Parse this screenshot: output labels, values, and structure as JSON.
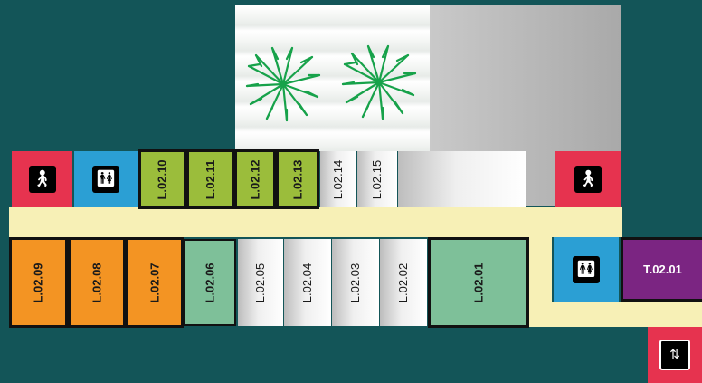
{
  "colors": {
    "background": "#135558",
    "corridor": "#f7f0b6",
    "stairs": "#e6334f",
    "toilet": "#2b9fd4",
    "orange_room": "#f39423",
    "green_room": "#9bbd3b",
    "teal_room": "#7ec099",
    "purple_room": "#7b2582"
  },
  "rooms": {
    "L0201": "L.02.01",
    "L0202": "L.02.02",
    "L0203": "L.02.03",
    "L0204": "L.02.04",
    "L0205": "L.02.05",
    "L0206": "L.02.06",
    "L0207": "L.02.07",
    "L0208": "L.02.08",
    "L0209": "L.02.09",
    "L0210": "L.02.10",
    "L0211": "L.02.11",
    "L0212": "L.02.12",
    "L0213": "L.02.13",
    "L0214": "L.02.14",
    "L0215": "L.02.15",
    "T0201": "T.02.01"
  },
  "icons": {
    "stairs": "stairs-icon",
    "toilet": "toilet-icon",
    "elevator": "elevator-icon",
    "plant": "plant-icon"
  }
}
